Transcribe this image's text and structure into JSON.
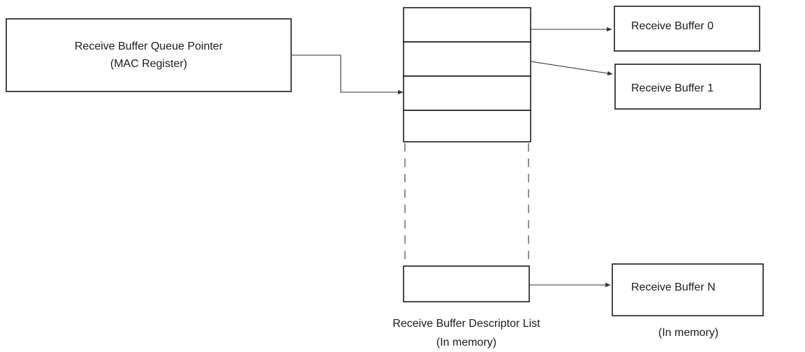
{
  "queue_pointer": {
    "line1": "Receive Buffer Queue Pointer",
    "line2": "(MAC Register)"
  },
  "descriptor_list": {
    "label_line1": "Receive Buffer Descriptor List",
    "label_line2": "(In memory)"
  },
  "buffers": [
    {
      "label": "Receive Buffer 0"
    },
    {
      "label": "Receive Buffer 1"
    },
    {
      "label": "Receive Buffer N"
    }
  ],
  "buffers_note": "(In memory)",
  "colors": {
    "stroke": "#1a1a1a",
    "connector": "#333333"
  }
}
